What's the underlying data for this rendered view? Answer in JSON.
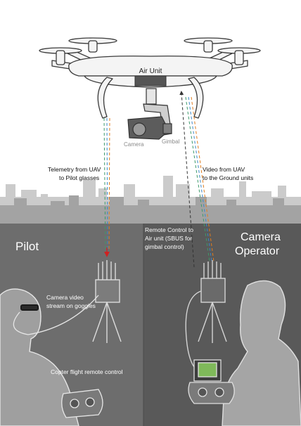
{
  "air_unit": {
    "label": "Air Unit",
    "camera_label": "Camera",
    "gimbal_label": "Gimbal"
  },
  "links": {
    "telemetry_line1": "Telemetry from UAV",
    "telemetry_line2": "to Pilot glasses",
    "video_line1": "Video from UAV",
    "video_line2": "to the Ground units",
    "remote_line1": "Remote Control to",
    "remote_line2": "Air unit (SBUS for",
    "remote_line3": "gimbal control)"
  },
  "pilot": {
    "title": "Pilot",
    "goggles_line1": "Camera video",
    "goggles_line2": "stream on goggles",
    "remote_label": "Copter flight remote control"
  },
  "operator": {
    "title_line1": "Camera",
    "title_line2": "Operator"
  },
  "colors": {
    "pilot_panel": "#6d6d6d",
    "operator_panel": "#595959",
    "city_light": "#c3c3c3",
    "city_dark": "#8f8f8f",
    "link_green": "#3d9a6a",
    "link_blue": "#3c86c8",
    "link_orange": "#e07c1f",
    "link_red": "#d22020"
  }
}
